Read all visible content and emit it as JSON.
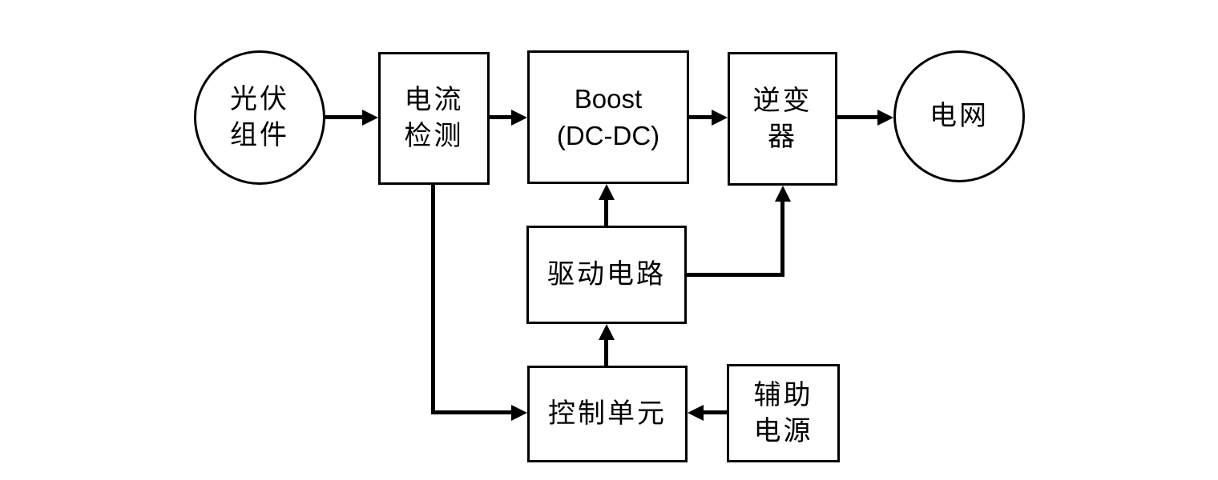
{
  "diagram": {
    "colors": {
      "stroke": "#000000",
      "background": "#ffffff"
    },
    "nodes": {
      "pv_module": {
        "label": "光伏\n组件",
        "shape": "circle"
      },
      "current_detection": {
        "label": "电流\n检测",
        "shape": "rect"
      },
      "boost": {
        "label": "Boost\n(DC-DC)",
        "shape": "rect"
      },
      "inverter": {
        "label": "逆变\n器",
        "shape": "rect"
      },
      "grid": {
        "label": "电网",
        "shape": "circle"
      },
      "drive_circuit": {
        "label": "驱动电路",
        "shape": "rect"
      },
      "control_unit": {
        "label": "控制单元",
        "shape": "rect"
      },
      "aux_power": {
        "label": "辅助\n电源",
        "shape": "rect"
      }
    },
    "edges": [
      {
        "from": "pv_module",
        "to": "current_detection"
      },
      {
        "from": "current_detection",
        "to": "boost"
      },
      {
        "from": "boost",
        "to": "inverter"
      },
      {
        "from": "inverter",
        "to": "grid"
      },
      {
        "from": "drive_circuit",
        "to": "boost"
      },
      {
        "from": "drive_circuit",
        "to": "inverter"
      },
      {
        "from": "control_unit",
        "to": "drive_circuit"
      },
      {
        "from": "current_detection",
        "to": "control_unit"
      },
      {
        "from": "aux_power",
        "to": "control_unit"
      }
    ]
  }
}
